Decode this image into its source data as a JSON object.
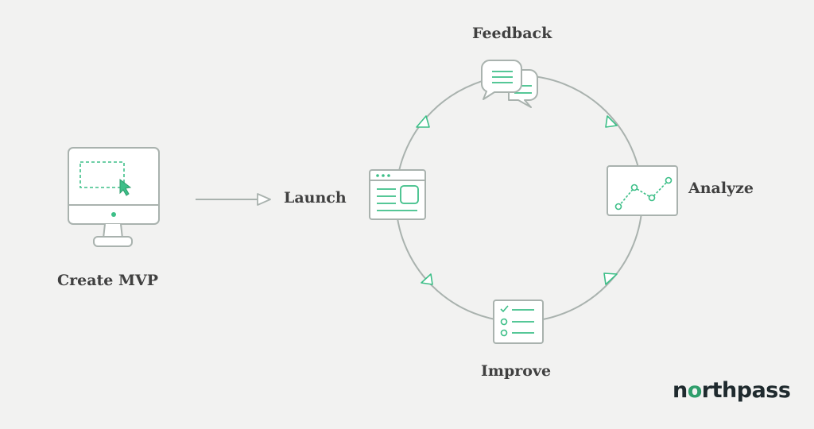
{
  "steps": {
    "create_mvp": "Create MVP",
    "launch": "Launch",
    "feedback": "Feedback",
    "analyze": "Analyze",
    "improve": "Improve"
  },
  "logo": {
    "text": "northpass",
    "first": "n",
    "accent": "o",
    "rest": "rthpass"
  },
  "colors": {
    "background": "#f2f2f1",
    "line": "#a9b2ae",
    "accent": "#3dbf88",
    "text": "#404040",
    "logo_dark": "#1f2a2e",
    "logo_accent": "#2f9e6b"
  },
  "icons": [
    "monitor-icon",
    "cursor-icon",
    "browser-window-icon",
    "chat-bubbles-icon",
    "line-chart-icon",
    "checklist-icon",
    "arrow-right-icon",
    "cycle-arrow-icon"
  ]
}
